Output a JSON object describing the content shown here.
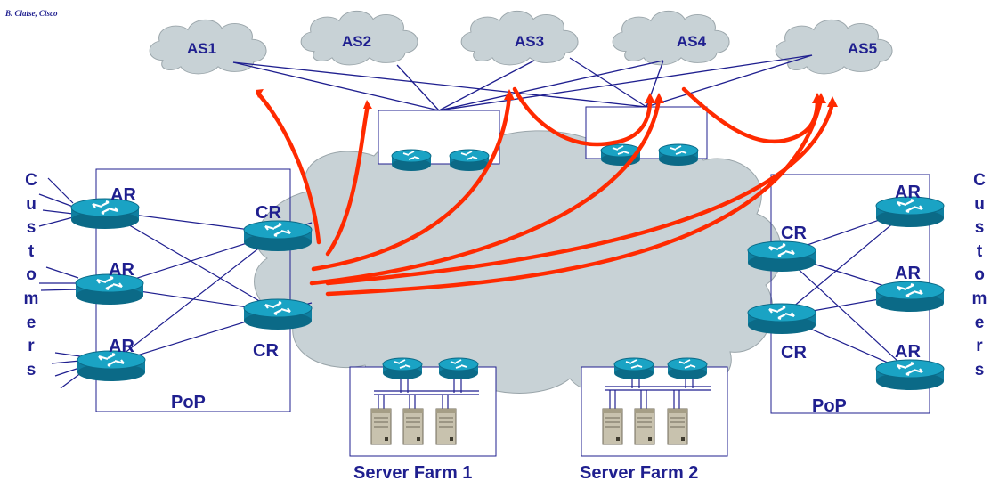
{
  "credit": "B. Claise, Cisco",
  "clouds": {
    "as1": "AS1",
    "as2": "AS2",
    "as3": "AS3",
    "as4": "AS4",
    "as5": "AS5"
  },
  "left_pop": {
    "ar1": "AR",
    "ar2": "AR",
    "ar3": "AR",
    "cr1": "CR",
    "cr2": "CR",
    "pop": "PoP"
  },
  "right_pop": {
    "ar1": "AR",
    "ar2": "AR",
    "ar3": "AR",
    "cr1": "CR",
    "cr2": "CR",
    "pop": "PoP"
  },
  "customers_left": [
    "C",
    "u",
    "s",
    "t",
    "o",
    "m",
    "e",
    "r",
    "s"
  ],
  "customers_right": [
    "C",
    "u",
    "s",
    "t",
    "o",
    "m",
    "e",
    "r",
    "s"
  ],
  "server_farm_1": "Server Farm 1",
  "server_farm_2": "Server Farm 2",
  "colors": {
    "line": "#1f1f8f",
    "flow": "#ff2a00",
    "cloud": "#c8d2d6",
    "router_top": "#1aa3c4",
    "router_body": "#0f7fa0"
  }
}
